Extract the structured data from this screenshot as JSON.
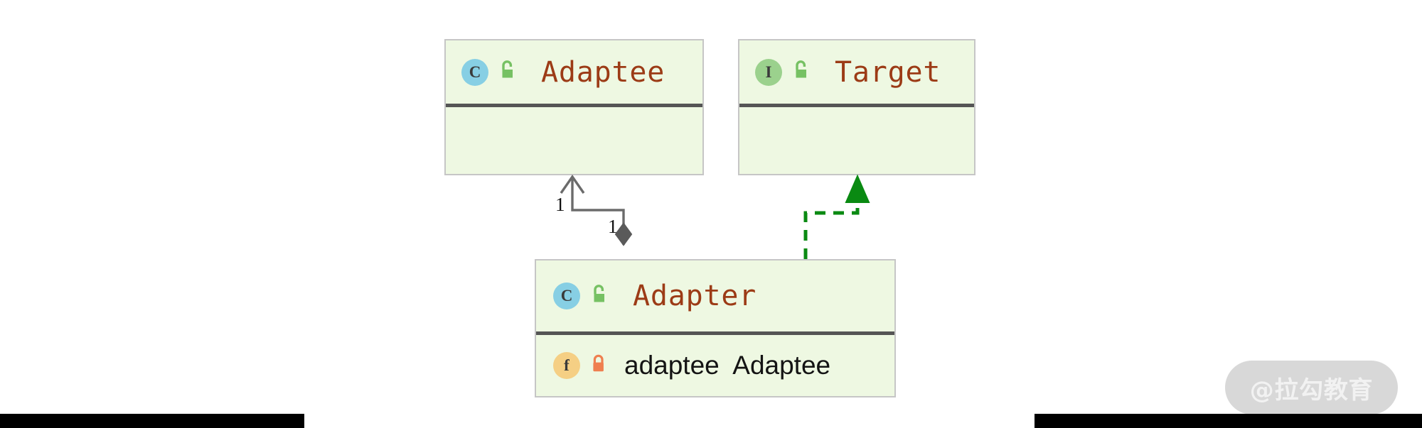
{
  "diagram": {
    "kind": "uml-class-diagram",
    "pattern": "Adapter",
    "background": "#ffffff",
    "box_fill": "#eef8e2",
    "box_border": "#c6c6c6",
    "separator": "#555555",
    "type_name_color": "#9c3b16",
    "member_name_color": "#141414"
  },
  "classes": [
    {
      "id": "adaptee",
      "name": "Adaptee",
      "stereotype": "C",
      "stereotype_kind": "class",
      "badge_color": "#87cfe4",
      "visibility_icon": "unlock-icon",
      "visibility": "public",
      "visibility_color": "#76c163",
      "members": []
    },
    {
      "id": "target",
      "name": "Target",
      "stereotype": "I",
      "stereotype_kind": "interface",
      "badge_color": "#9bd18d",
      "visibility_icon": "unlock-icon",
      "visibility": "public",
      "visibility_color": "#76c163",
      "members": []
    },
    {
      "id": "adapter",
      "name": "Adapter",
      "stereotype": "C",
      "stereotype_kind": "class",
      "badge_color": "#87cfe4",
      "visibility_icon": "unlock-icon",
      "visibility": "public",
      "visibility_color": "#76c163",
      "members": [
        {
          "stereotype": "f",
          "stereotype_kind": "field",
          "badge_color": "#f5cf84",
          "visibility_icon": "lock-icon",
          "visibility": "private",
          "visibility_color": "#ef7f4f",
          "name": "adaptee",
          "type": "Adaptee",
          "text": "adaptee  Adaptee"
        }
      ]
    }
  ],
  "connectors": [
    {
      "id": "aggregation",
      "kind": "aggregation",
      "from": "adapter",
      "to": "adaptee",
      "color": "#6b6b6b",
      "line_style": "solid",
      "source_decoration": "filled-diamond",
      "target_decoration": "open-arrow",
      "source_multiplicity": "1",
      "target_multiplicity": "1"
    },
    {
      "id": "realization",
      "kind": "realization",
      "from": "adapter",
      "to": "target",
      "color": "#0a8a12",
      "line_style": "dashed",
      "source_decoration": "none",
      "target_decoration": "filled-triangle",
      "source_multiplicity": "",
      "target_multiplicity": ""
    }
  ],
  "watermark": {
    "text": "@拉勾教育",
    "background": "#d8d8d8",
    "text_color": "#f2f2f2"
  }
}
